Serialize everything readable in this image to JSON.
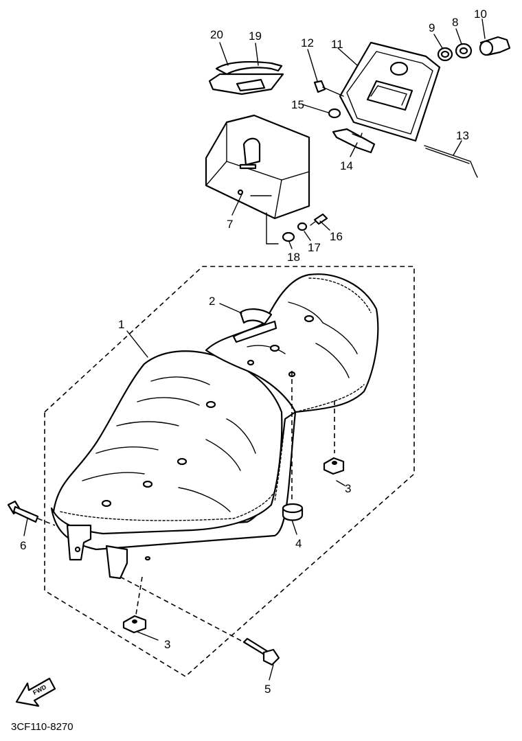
{
  "diagram": {
    "drawing_code": "3CF110-8270",
    "direction_label": "FWD",
    "callouts": [
      {
        "id": "c1",
        "label": "1"
      },
      {
        "id": "c2",
        "label": "2"
      },
      {
        "id": "c3a",
        "label": "3"
      },
      {
        "id": "c3b",
        "label": "3"
      },
      {
        "id": "c4",
        "label": "4"
      },
      {
        "id": "c5",
        "label": "5"
      },
      {
        "id": "c6",
        "label": "6"
      },
      {
        "id": "c7",
        "label": "7"
      },
      {
        "id": "c8",
        "label": "8"
      },
      {
        "id": "c9",
        "label": "9"
      },
      {
        "id": "c10",
        "label": "10"
      },
      {
        "id": "c11",
        "label": "11"
      },
      {
        "id": "c12",
        "label": "12"
      },
      {
        "id": "c13",
        "label": "13"
      },
      {
        "id": "c14",
        "label": "14"
      },
      {
        "id": "c15",
        "label": "15"
      },
      {
        "id": "c16",
        "label": "16"
      },
      {
        "id": "c17",
        "label": "17"
      },
      {
        "id": "c18",
        "label": "18"
      },
      {
        "id": "c19",
        "label": "19"
      },
      {
        "id": "c20",
        "label": "20"
      }
    ]
  }
}
